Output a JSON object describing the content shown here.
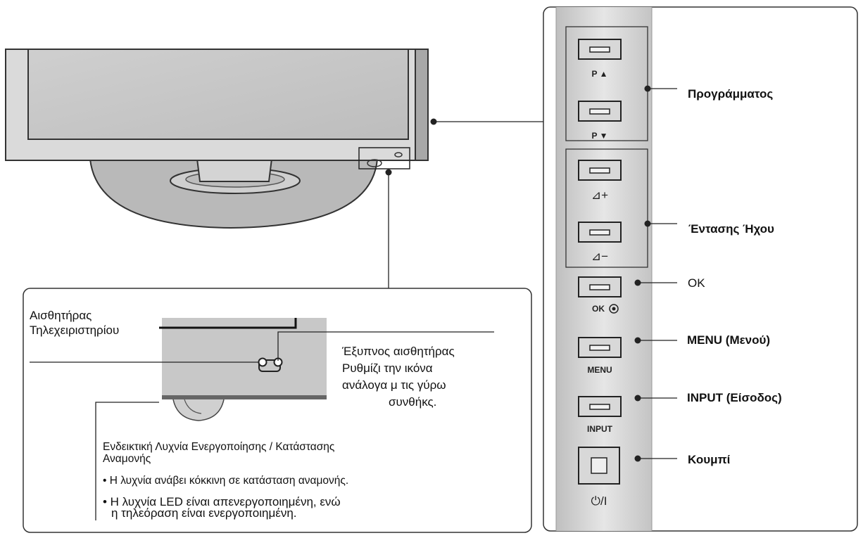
{
  "panel_labels": {
    "program": "Προγράμματος",
    "volume": "Έντασης Ήχου",
    "ok": "OK",
    "menu": "MENU (Μενού)",
    "input": "INPUT (Είσοδος)",
    "power": "Κουμπί"
  },
  "button_captions": {
    "prog_up": "P ▲",
    "prog_down": "P ▼",
    "vol_up": "⊿+",
    "vol_down": "⊿−",
    "ok": "OK",
    "menu": "MENU",
    "input": "INPUT",
    "power": "⏻/I"
  },
  "inset": {
    "remote_sensor_line1": "Αισθητήρας",
    "remote_sensor_line2": "Τηλεχειριστηρίου",
    "smart_sensor_line1": "Έξυπνος αισθητήρας",
    "smart_sensor_line2": "Ρυθμίζι την ικόνα",
    "smart_sensor_line3": "ανάλογα μ τις γύρω",
    "smart_sensor_line4": "συνθήκς.",
    "indicator_title_line1": "Ενδεικτική Λυχνία Ενεργοποίησης / Κατάστασης",
    "indicator_title_line2": "Αναμονής",
    "bullet1": "• Η λυχνία ανάβει κόκκινη σε κατάσταση αναμονής.",
    "bullet2_line1": "• Η λυχνία LED είναι απενεργοποιημένη, ενώ",
    "bullet2_line2": "η τηλεόραση είναι ενεργοποιημένη."
  }
}
